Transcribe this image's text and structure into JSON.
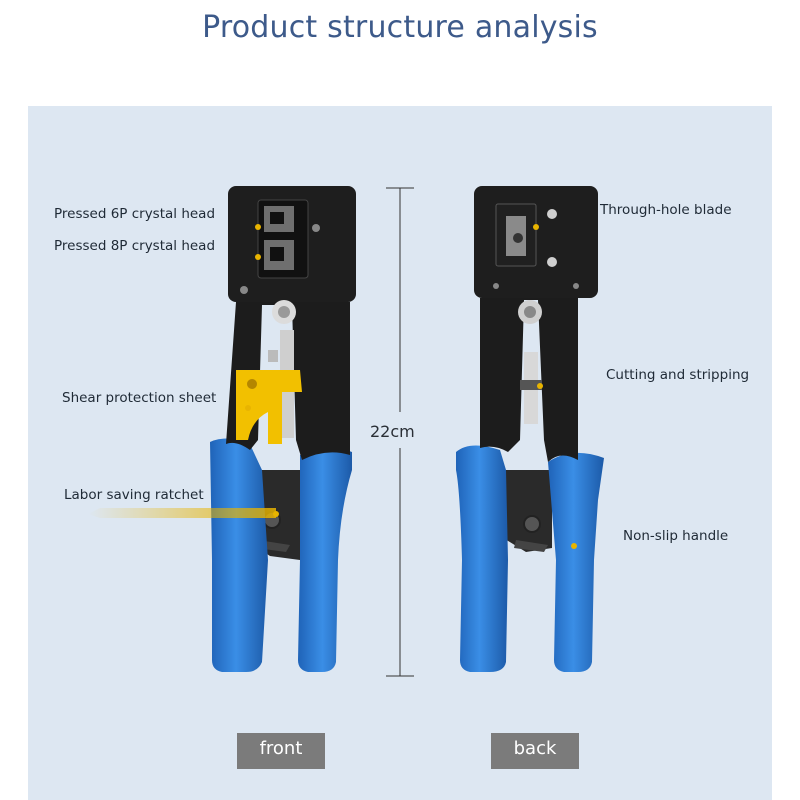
{
  "title": "Product structure analysis",
  "dimension": "22cm",
  "labels": {
    "pressed_6p": "Pressed 6P crystal head",
    "pressed_8p": "Pressed 8P crystal head",
    "shear_protection": "Shear protection sheet",
    "labor_saving": "Labor saving ratchet",
    "through_hole": "Through-hole blade",
    "cutting_stripping": "Cutting and stripping",
    "non_slip": "Non-slip handle"
  },
  "buttons": {
    "front": "front",
    "back": "back"
  },
  "colors": {
    "title": "#3d5a8a",
    "background": "#dde7f2",
    "handle": "#2f7ed8",
    "body": "#1c1c1c",
    "guard": "#f2c000",
    "leader": "#e8b400",
    "button": "#7b7b7b"
  }
}
